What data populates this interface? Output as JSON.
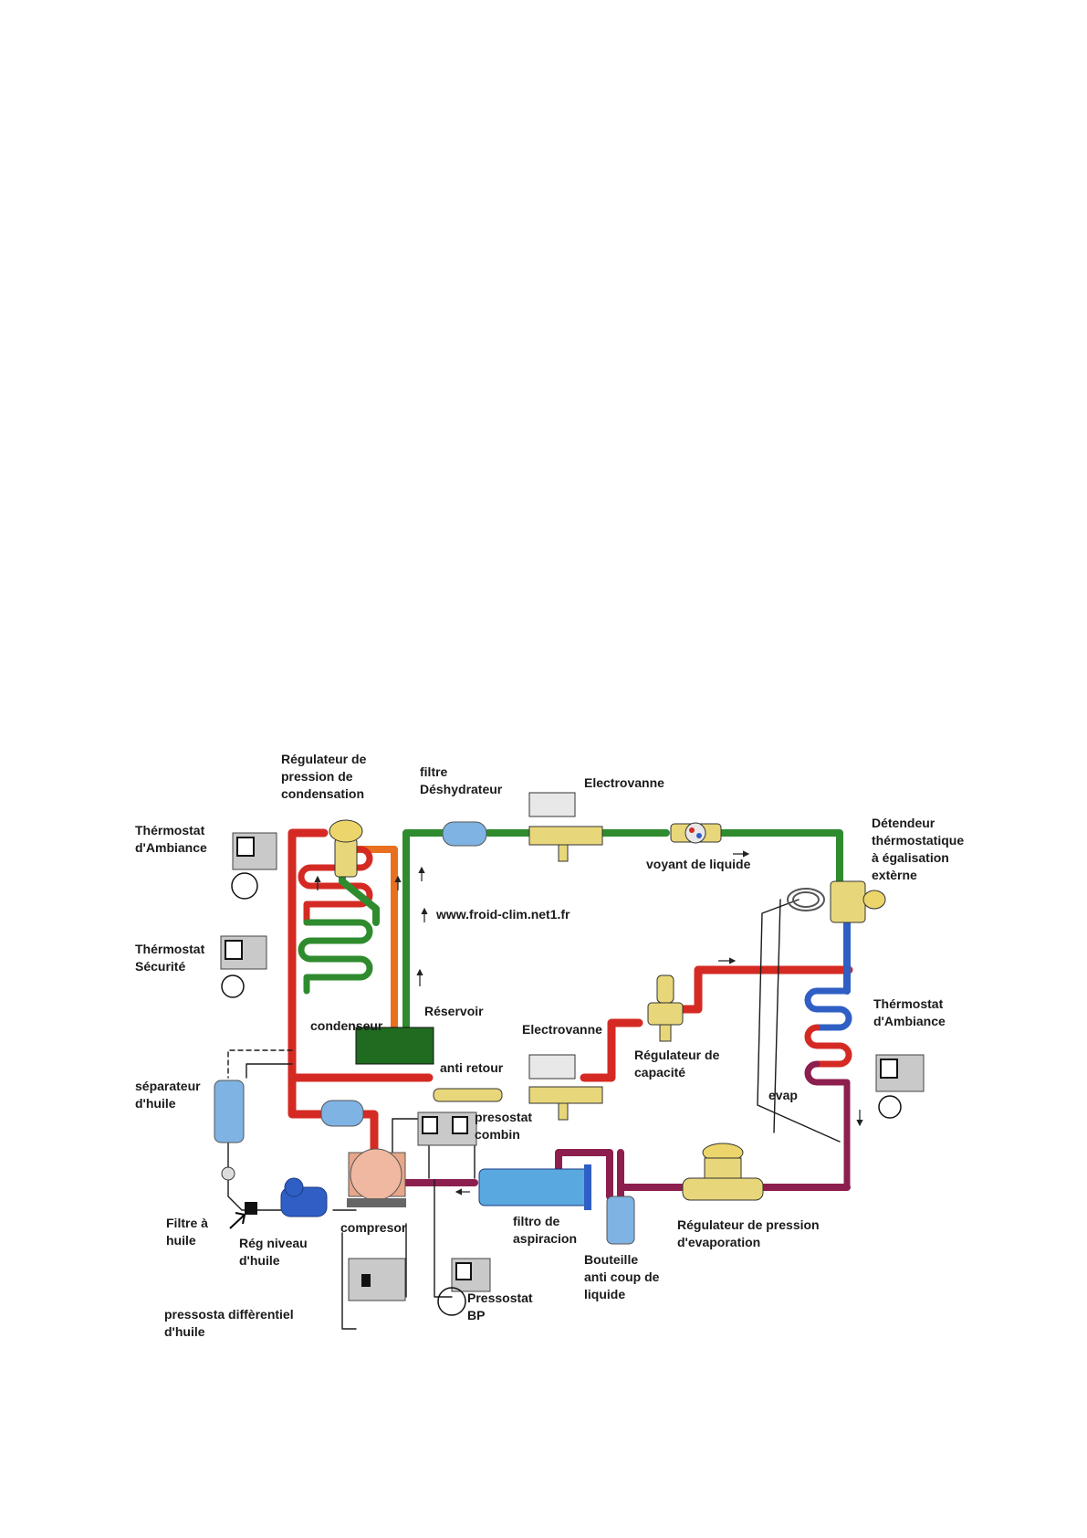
{
  "website": "www.froid-clim.net1.fr",
  "colors": {
    "high_pressure_gas": "#d42a23",
    "discharge_orange": "#e8701e",
    "liquid_line": "#2e8b2e",
    "low_pressure_liquid": "#2f5fc4",
    "suction_line": "#8c1f4e",
    "receiver": "#1f6b1f",
    "component_blue": "#7fb3e3",
    "valve_yellow": "#e8d77a",
    "control_box": "#c9c9c9"
  },
  "labels": {
    "regulateur_pression_condensation": [
      "Régulateur de",
      "pression de",
      "condensation"
    ],
    "filtre_deshydrateur": [
      "filtre",
      "Déshydrateur"
    ],
    "electrovanne_top": [
      "Electrovanne"
    ],
    "thermostat_ambiance_left": [
      "Thérmostat",
      "d'Ambiance"
    ],
    "voyant_liquide": [
      "voyant de liquide"
    ],
    "detendeur": [
      "Détendeur",
      "thérmostatique",
      "à égalisation",
      "extèrne"
    ],
    "thermostat_securite": [
      "Thérmostat",
      "Sécurité"
    ],
    "reservoir": [
      "Réservoir"
    ],
    "condenseur": [
      "condenseur"
    ],
    "electrovanne_mid": [
      "Electrovanne"
    ],
    "thermostat_ambiance_right": [
      "Thérmostat",
      "d'Ambiance"
    ],
    "regulateur_capacite": [
      "Régulateur de",
      "capacité"
    ],
    "anti_retour": [
      "anti retour"
    ],
    "separateur_huile": [
      "séparateur",
      "d'huile"
    ],
    "evap": [
      "evap"
    ],
    "presostat_combin": [
      "presostat",
      "combin"
    ],
    "filtre_huile": [
      "Filtre à",
      "huile"
    ],
    "reg_niveau_huile": [
      "Rég niveau",
      "d'huile"
    ],
    "compresor": [
      "compresor"
    ],
    "filtro_aspiracion": [
      "filtro de",
      "aspiracion"
    ],
    "regulateur_evaporation": [
      "Régulateur de pression",
      "d'evaporation"
    ],
    "bouteille_anti_coup": [
      "Bouteille",
      "anti coup de",
      "liquide"
    ],
    "pressostat_bp": [
      "Pressostat",
      "BP"
    ],
    "pressostat_differentiel": [
      "pressosta diffèrentiel",
      "d'huile"
    ]
  }
}
